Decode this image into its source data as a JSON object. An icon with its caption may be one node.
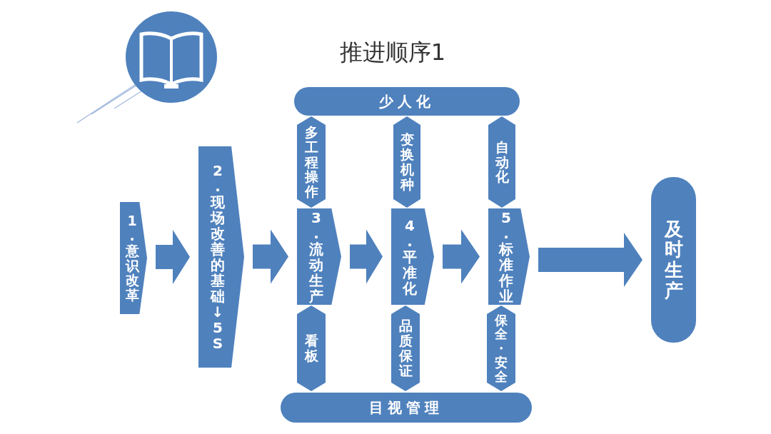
{
  "diagram": {
    "title": "推进顺序1",
    "nodes": [
      {
        "text": [
          "少人化"
        ]
      },
      {
        "text": [
          "目视管理"
        ]
      },
      {
        "text": [
          "1.意识改革"
        ]
      },
      {
        "text": [
          "2.现场改善的基础↓5S"
        ]
      },
      {
        "text": [
          "多工程操作"
        ]
      },
      {
        "text": [
          "3.流动生产"
        ]
      },
      {
        "text": [
          "看板"
        ]
      },
      {
        "text": [
          "变换机种"
        ]
      },
      {
        "text": [
          "4.平准化"
        ]
      },
      {
        "text": [
          "品质保证"
        ]
      },
      {
        "text": [
          "自动化"
        ]
      },
      {
        "text": [
          "5.标准作业"
        ]
      },
      {
        "text": [
          "保全・安全"
        ]
      },
      {
        "text": [
          "及时生产"
        ]
      }
    ],
    "edges": [
      {
        "from": 2,
        "to": 3,
        "arrow": "to",
        "style": "thick"
      },
      {
        "from": 3,
        "to": 5,
        "arrow": "to",
        "style": "thick"
      },
      {
        "from": 5,
        "to": 8,
        "arrow": "to",
        "style": "thick"
      },
      {
        "from": 8,
        "to": 11,
        "arrow": "to",
        "style": "thick"
      },
      {
        "from": 11,
        "to": 13,
        "arrow": "to",
        "style": "thick"
      }
    ]
  }
}
